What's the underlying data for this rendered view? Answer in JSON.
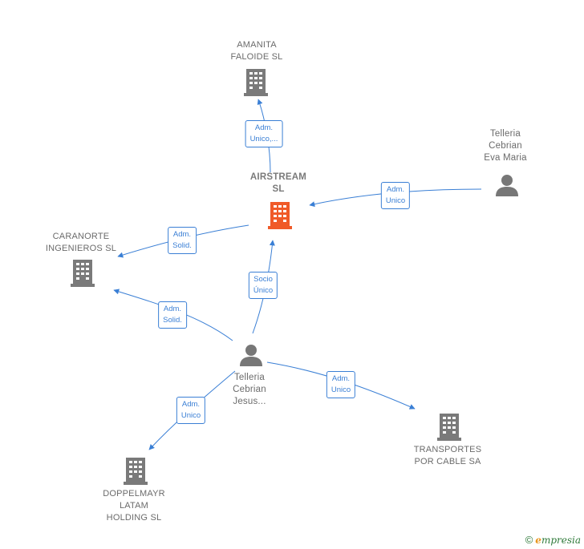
{
  "colors": {
    "edge": "#3a7fd5",
    "building_gray": "#7a7a7a",
    "building_main": "#f05a28",
    "person_gray": "#777777"
  },
  "nodes": {
    "amanita": {
      "label": "AMANITA\nFALOIDE SL",
      "icon": "building-icon"
    },
    "airstream": {
      "label": "AIRSTREAM\nSL",
      "icon": "building-icon"
    },
    "caranorte": {
      "label": "CARANORTE\nINGENIEROS SL",
      "icon": "building-icon"
    },
    "eva": {
      "label": "Telleria\nCebrian\nEva Maria",
      "icon": "person-icon"
    },
    "jesus": {
      "label": "Telleria\nCebrian\nJesus...",
      "icon": "person-icon"
    },
    "transportes": {
      "label": "TRANSPORTES\nPOR CABLE SA",
      "icon": "building-icon"
    },
    "doppelmayr": {
      "label": "DOPPELMAYR\nLATAM\nHOLDING  SL",
      "icon": "building-icon"
    }
  },
  "edges": {
    "airstream_amanita": "Adm.\nUnico,...",
    "eva_airstream": "Adm.\nUnico",
    "airstream_caranorte": "Adm.\nSolid.",
    "jesus_caranorte": "Adm.\nSolid.",
    "jesus_airstream": "Socio\nÚnico",
    "jesus_doppelmayr": "Adm.\nUnico",
    "jesus_transportes": "Adm.\nUnico"
  },
  "footer": {
    "copyright": "©",
    "brand_initial": "e",
    "brand_rest": "mpresia"
  }
}
